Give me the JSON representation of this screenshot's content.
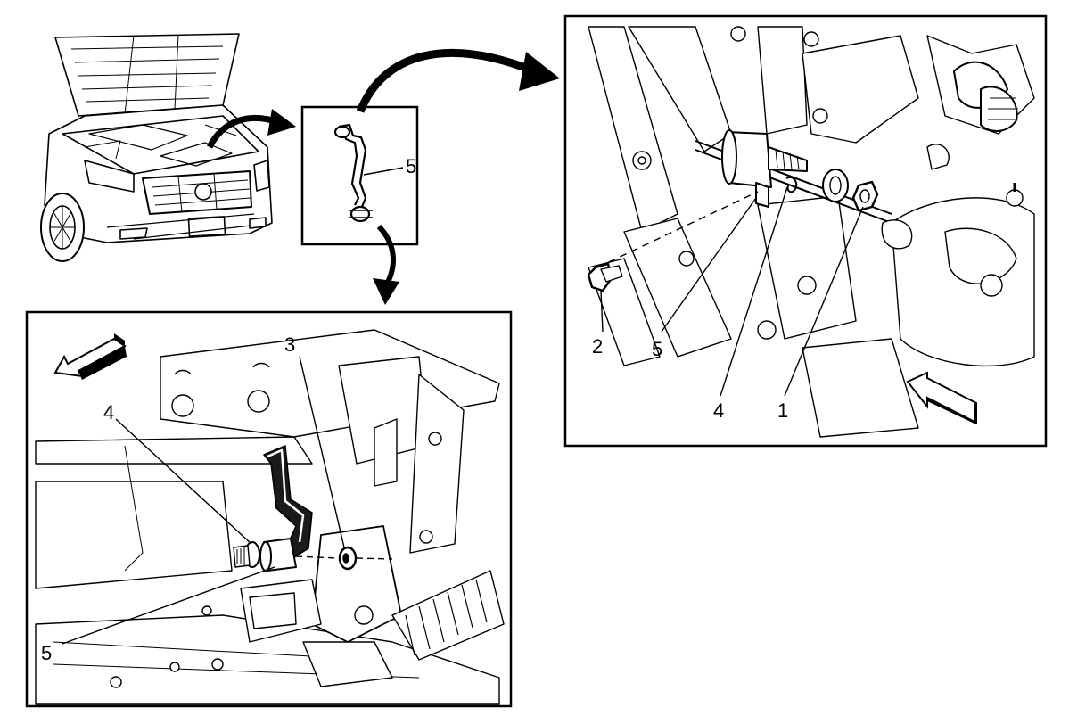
{
  "callouts": {
    "overview_link_part": "5",
    "right_view": {
      "bolt": "2",
      "link": "5",
      "washer_inner": "4",
      "nut": "1"
    },
    "left_view": {
      "nut": "3",
      "washer": "4",
      "link": "5"
    }
  },
  "colors": {
    "line": "#000000",
    "background": "#ffffff",
    "fill_light": "#ffffff",
    "fill_dark": "#1a1a1a"
  }
}
